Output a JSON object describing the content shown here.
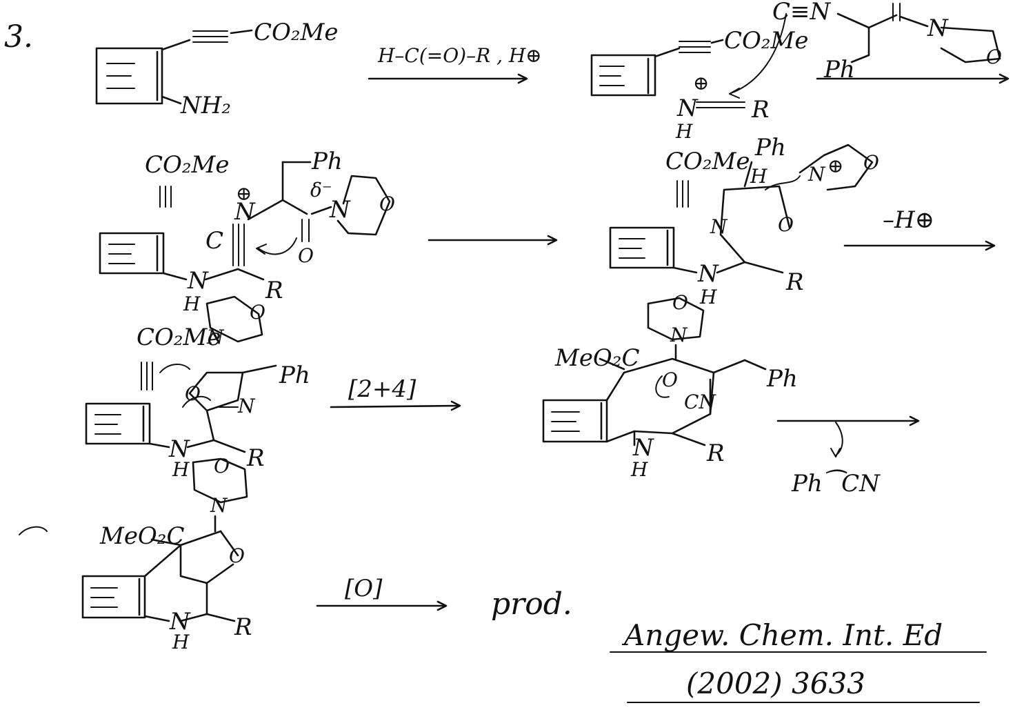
{
  "step": {
    "number": "3."
  },
  "labels": {
    "co2me": "CO₂Me",
    "meo2c": "MeO₂C",
    "nh2": "NH₂",
    "n": "N",
    "h": "H",
    "r": "R",
    "ph": "Ph",
    "o": "O",
    "plus": "⊕",
    "isocyanide": "C≡N",
    "delta_minus": "δ⁻",
    "cn_ring": "CN"
  },
  "arrows": {
    "reagent_1": "H–C(=O)–R , H⊕",
    "reagent_deprotonation": "–H⊕",
    "reagent_cycloaddition": "[2+4]",
    "reagent_oxidation": "[O]",
    "byproduct": "Ph⁀CN"
  },
  "product_label": "prod.",
  "citation": {
    "journal": "Angew. Chem. Int. Ed",
    "year_page": "(2002) 3633"
  },
  "colors": {
    "ink": "#111111",
    "paper": "#ffffff"
  }
}
